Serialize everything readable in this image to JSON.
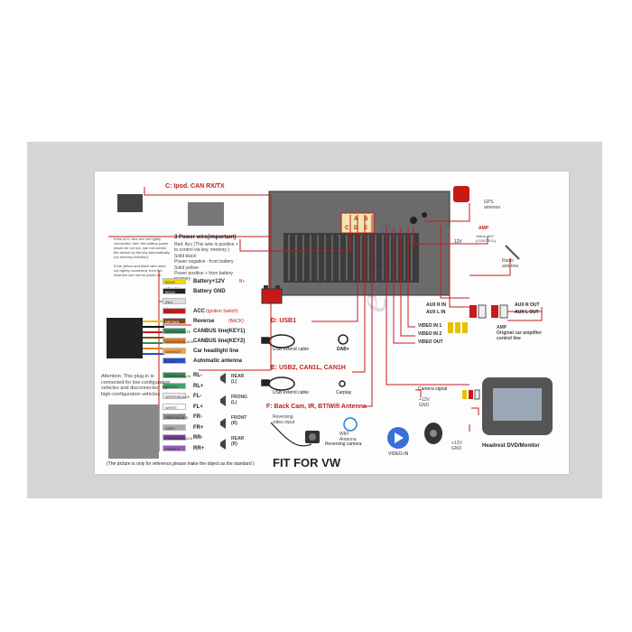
{
  "colors": {
    "wire_red": "#c61a1a",
    "sheet": "#fdfdfd",
    "frame": "#d5d5d5",
    "accent_blue": "#3a6fd8"
  },
  "section_c": {
    "label": "C: Ipod. CAN RX/TX"
  },
  "section_d": {
    "label": "D: USB1",
    "cable": "USB extend cable",
    "dab": "DAB+"
  },
  "section_e": {
    "label": "E: USB2, CAN1L, CAN1H",
    "cable": "USB extend cable",
    "carplay": "Carplay"
  },
  "section_f": {
    "label": "F: Back Cam, IR, BT/Wifi Antenna",
    "reversing_input": "Reversing\nvideo input",
    "reversing_camera": "Reversing camera",
    "wifi": "WIFI\nAntenna",
    "video_in": "VIDEO-IN"
  },
  "power": {
    "title": "3 Power wire(important)",
    "red_acc": "Red: Acc (This wire is positive +\nto control via key, memory )",
    "solid_black": "Solid black\nPower negative - from battery",
    "solid_yellow": "Solid yellow:\nPower positive + from battery\nmemory"
  },
  "acc_notes": "If the ACC wire are not rightly\nconnected, then the battery power\nwould be run out, can not control\nthe device by the key automatically\n(no memory function).\n\nIf the yellow and black wire were\nnot rightly connected, then the\nmachine can not be power on",
  "wires": [
    {
      "color_name": "BOLD YELLOW",
      "label": "Battery+12V",
      "note": "B+"
    },
    {
      "color_name": "BOLD BLACK",
      "label": "Battery GND",
      "note": ""
    },
    {
      "color_name": "(Not Connect)",
      "label": "",
      "note": ""
    },
    {
      "color_name": "RED",
      "label": "ACC",
      "note": "(Ignition Switch)"
    },
    {
      "color_name": "BROWN",
      "label": "Reverse",
      "note": "(BACK)"
    },
    {
      "color_name": "GREEN/WHITE",
      "label": "CANBUS line(KEY1)",
      "note": ""
    },
    {
      "color_name": "ORANGE/BLACK",
      "label": "CANBUS line(KEY2)",
      "note": ""
    },
    {
      "color_name": "ORANGE",
      "label": "Car headlight line",
      "note": ""
    },
    {
      "color_name": "BLUE",
      "label": "Automatic antenna",
      "note": ""
    }
  ],
  "speakers": [
    {
      "pos": "RL-",
      "colors": "GREEN/BLACK",
      "group": "REAR\n(L)"
    },
    {
      "pos": "RL+",
      "colors": "GREEN",
      "group": ""
    },
    {
      "pos": "FL-",
      "colors": "WHITE/BLACK",
      "group": "FRONG\n(L)"
    },
    {
      "pos": "FL+",
      "colors": "WHITE",
      "group": ""
    },
    {
      "pos": "FR-",
      "colors": "GREY/BLACK",
      "group": "FRONT\n(R)"
    },
    {
      "pos": "FR+",
      "colors": "GREY",
      "group": ""
    },
    {
      "pos": "RR-",
      "colors": "PURPLE/BLACK",
      "group": "REAR\n(R)"
    },
    {
      "pos": "RR+",
      "colors": "PURPLE",
      "group": ""
    }
  ],
  "attention": "Attention: This plug-in is\nconnected for low-configuration\nvehicles and disconnected  for\nhigh-configuration vehicles",
  "reference": "(The picture is only for reference,please make the object as the standard )",
  "footer_title": "FIT FOR VW",
  "right": {
    "gps": "GPS\nantenna",
    "amp": "AMP",
    "amp_note": "12V",
    "amp_sub": "Yellow ANT\n(CONTROL)",
    "radio": "Radio\nantenna",
    "aux_r_in": "AUX R IN",
    "aux_l_in": "AUX L IN",
    "aux_r_out": "AUX R OUT",
    "aux_l_out": "AUX L OUT",
    "amp_original": "AMP\nOriginal car amplifier\ncontrol line",
    "video_in_1": "VIDEO IN 1",
    "video_in_2": "VIDEO IN 2",
    "video_out": "VIDEO OUT",
    "camera_signal": "Camera signal",
    "cam_12v": "+12V\nGND",
    "dvd_12v": "+12V\nGND",
    "headrest": "Headrest DVD/Monitor"
  },
  "plug_letters": {
    "a": "A",
    "b": "B",
    "c": "C",
    "d": "D",
    "e": "E"
  },
  "watermark": "eeese"
}
